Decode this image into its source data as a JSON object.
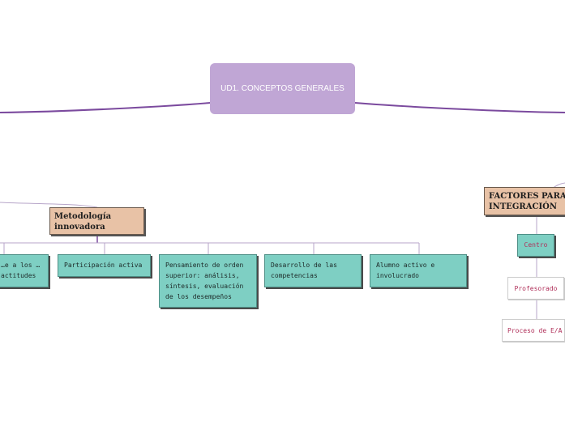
{
  "central": {
    "label": "UD1. CONCEPTOS GENERALES"
  },
  "metodologia": {
    "label": "Metodología innovadora",
    "children": [
      "…e a los …actitudes",
      "Participación activa",
      "Pensamiento de orden superior: análisis, síntesis, evaluación de los desempeños",
      "Desarrollo de las competencias",
      "Alumno activo e involucrado"
    ]
  },
  "factores": {
    "label": "FACTORES PARA INTEGRACIÓN",
    "children": [
      "Centro",
      "Profesorado",
      "Proceso de E/A"
    ]
  },
  "colors": {
    "central": "#c0a6d5",
    "connector": "#7b4a9e",
    "tan_node": "#e8c2a6",
    "teal_node": "#7ecfc3",
    "white_node_text": "#b0305a"
  }
}
